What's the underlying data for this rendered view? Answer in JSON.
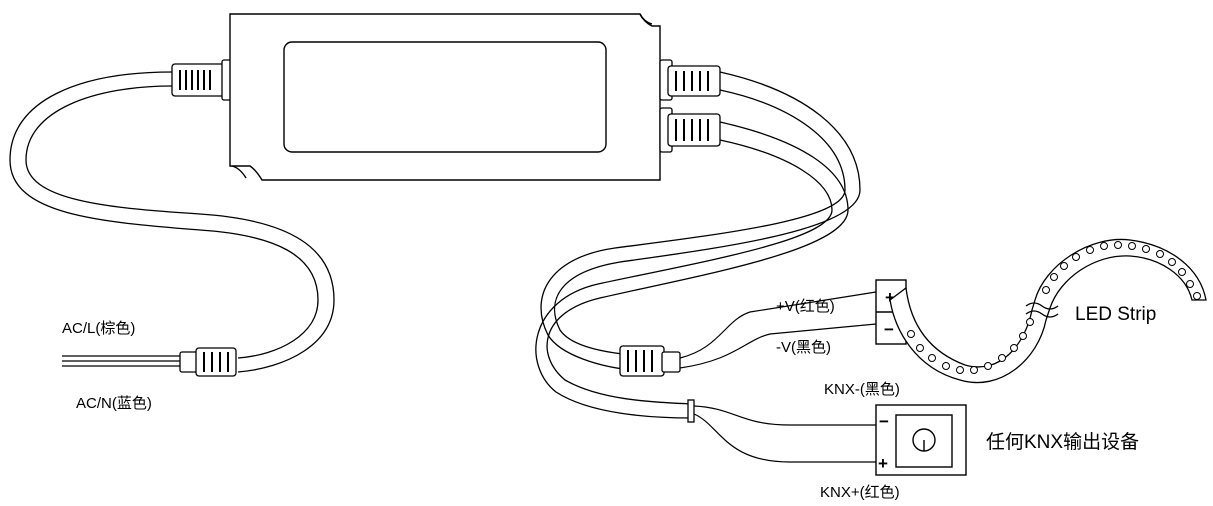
{
  "labels": {
    "ac_live": "AC/L(棕色)",
    "ac_neutral": "AC/N(蓝色)",
    "v_plus": "+V(红色)",
    "v_minus": "-V(黑色)",
    "led_strip": "LED Strip",
    "knx_minus": "KNX-(黑色)",
    "knx_plus": "KNX+(红色)",
    "knx_device": "任何KNX输出设备"
  },
  "terminal_signs": {
    "strip_plus": "+",
    "strip_minus": "−",
    "knx_minus": "−",
    "knx_plus": "+"
  },
  "colors": {
    "stroke": "#000000",
    "fill": "#ffffff"
  }
}
